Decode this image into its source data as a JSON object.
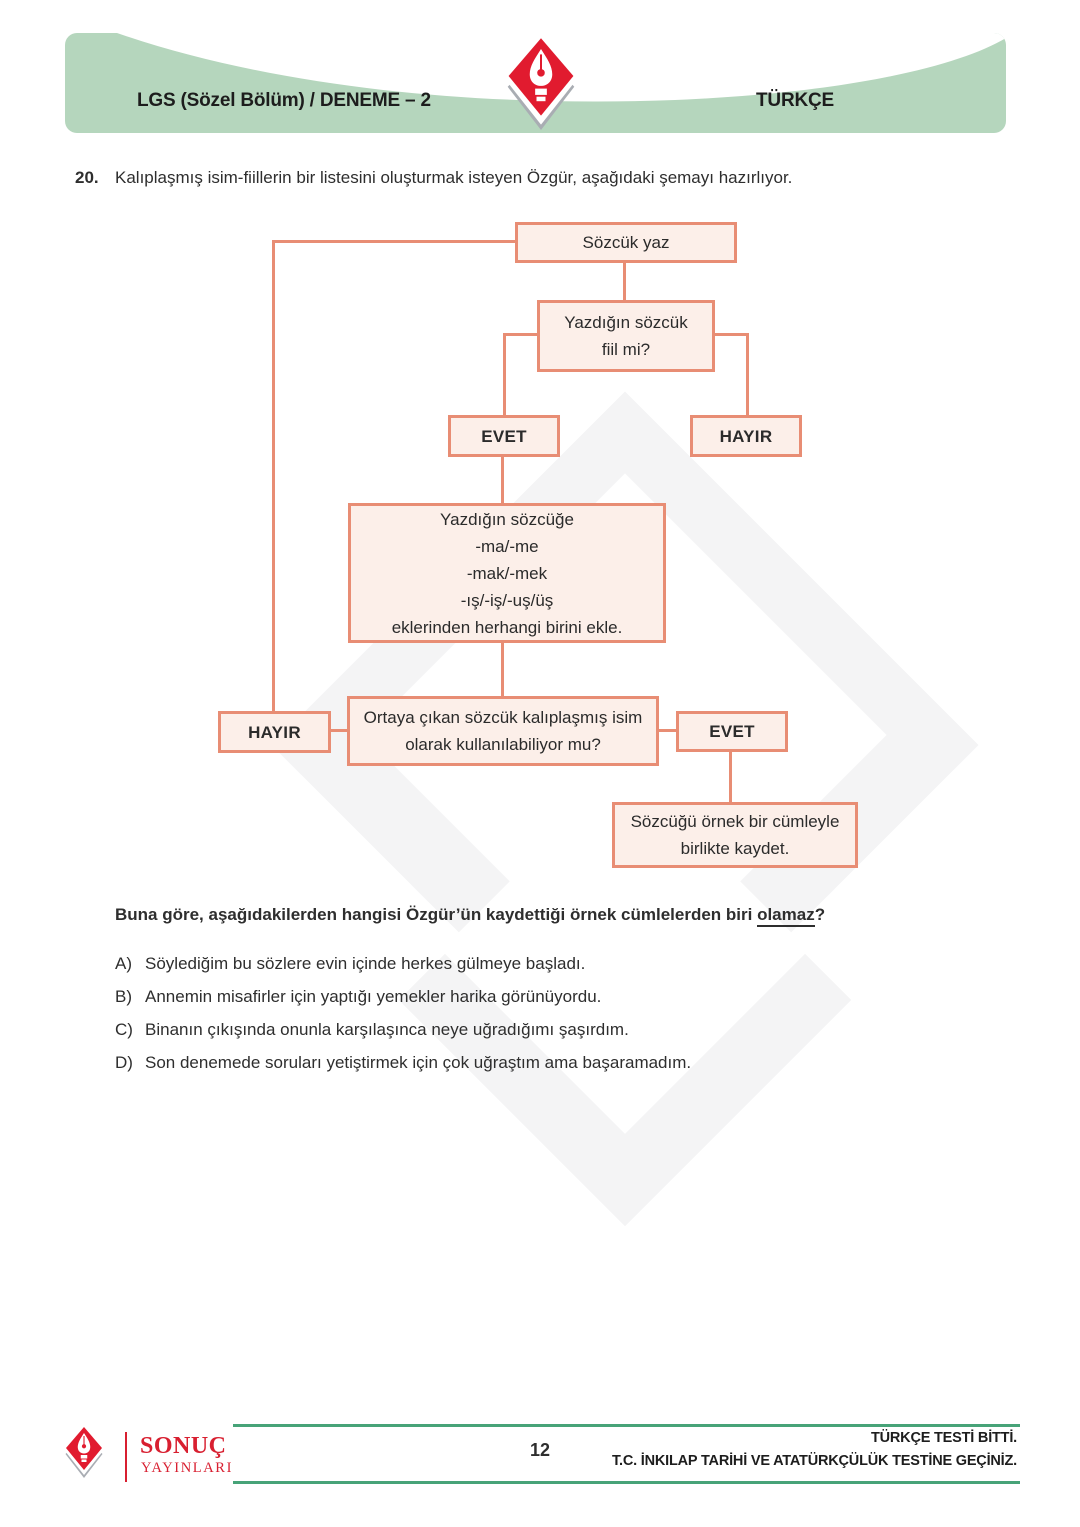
{
  "header": {
    "exam_title": "LGS (Sözel Bölüm) / DENEME – 2",
    "subject_title": "TÜRKÇE"
  },
  "question": {
    "number": "20.",
    "intro": "Kalıplaşmış isim-fiillerin bir listesini oluşturmak isteyen Özgür, aşağıdaki şemayı hazırlıyor.",
    "stem_prefix": "Buna göre, aşağıdakilerden hangisi Özgür’ün kaydettiği örnek cümlelerden biri ",
    "stem_underlined": "olamaz",
    "stem_suffix": "?",
    "options": [
      {
        "label": "A)",
        "text": "Söylediğim bu sözlere evin içinde herkes gülmeye başladı."
      },
      {
        "label": "B)",
        "text": "Annemin misafirler için yaptığı yemekler harika görünüyordu."
      },
      {
        "label": "C)",
        "text": "Binanın çıkışında onunla karşılaşınca neye uğradığımı şaşırdım."
      },
      {
        "label": "D)",
        "text": "Son denemede soruları yetiştirmek için çok uğraştım ama başaramadım."
      }
    ]
  },
  "flowchart": {
    "start": "Sözcük yaz",
    "is_verb_question": "Yazdığın sözcük\nfiil mi?",
    "yes_1": "EVET",
    "no_1": "HAYIR",
    "add_suffix": "Yazdığın sözcüğe\n-ma/-me\n-mak/-mek\n-ış/-iş/-uş/üş\neklerinden herhangi birini ekle.",
    "is_fixed_noun_question": "Ortaya çıkan sözcük kalıplaşmış isim\nolarak kullanılabiliyor mu?",
    "no_2": "HAYIR",
    "yes_2": "EVET",
    "save_step": "Sözcüğü örnek bir cümleyle\nbirlikte kaydet."
  },
  "footer": {
    "publisher_name": "SONUÇ",
    "publisher_type": "YAYINLARI",
    "page_number": "12",
    "notice_line1": "TÜRKÇE TESTİ BİTTİ.",
    "notice_line2": "T.C. İNKILAP TARİHİ VE ATATÜRKÇÜLÜK TESTİNE GEÇİNİZ."
  },
  "colors": {
    "header_green": "#b5d6bd",
    "flow_line_coral": "#e88d74",
    "flow_box_fill": "#fcefe9",
    "brand_red": "#d81f30",
    "footer_rule_green": "#47a378",
    "watermark_gray": "#f4f4f5",
    "text_dark": "#2e2e2e"
  }
}
